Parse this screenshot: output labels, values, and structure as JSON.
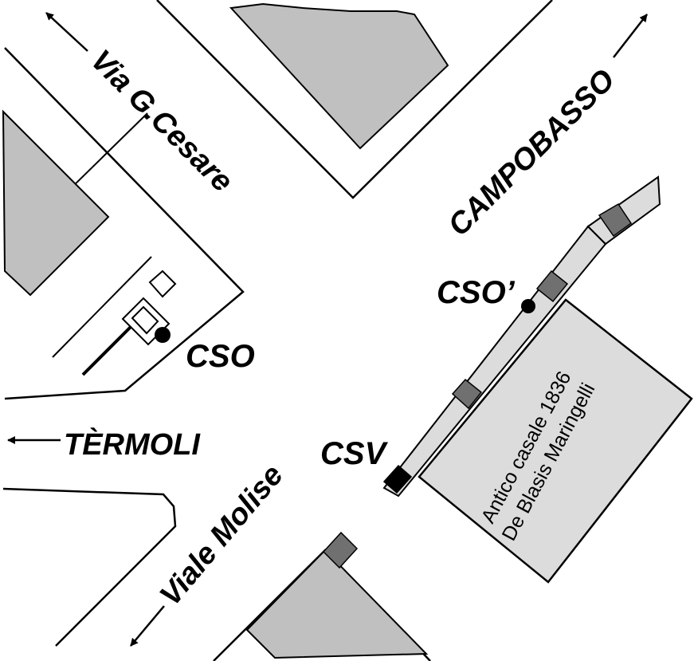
{
  "map": {
    "streets": {
      "via_cesare": "Via G.Cesare",
      "campobasso": "CAMPOBASSO",
      "termoli": "TÈRMOLI",
      "viale_molise": "Viale Molise"
    },
    "stations": {
      "cso": "CSO",
      "cso_prime": "CSO’",
      "csv": "CSV"
    },
    "building": {
      "line1": "Antico casale 1836",
      "line2": "De Blasis Maringelli"
    },
    "colors": {
      "block_fill": "#c0c0c0",
      "building_fill": "#dcdcdc",
      "marker": "#707070",
      "ink": "#000000"
    }
  }
}
